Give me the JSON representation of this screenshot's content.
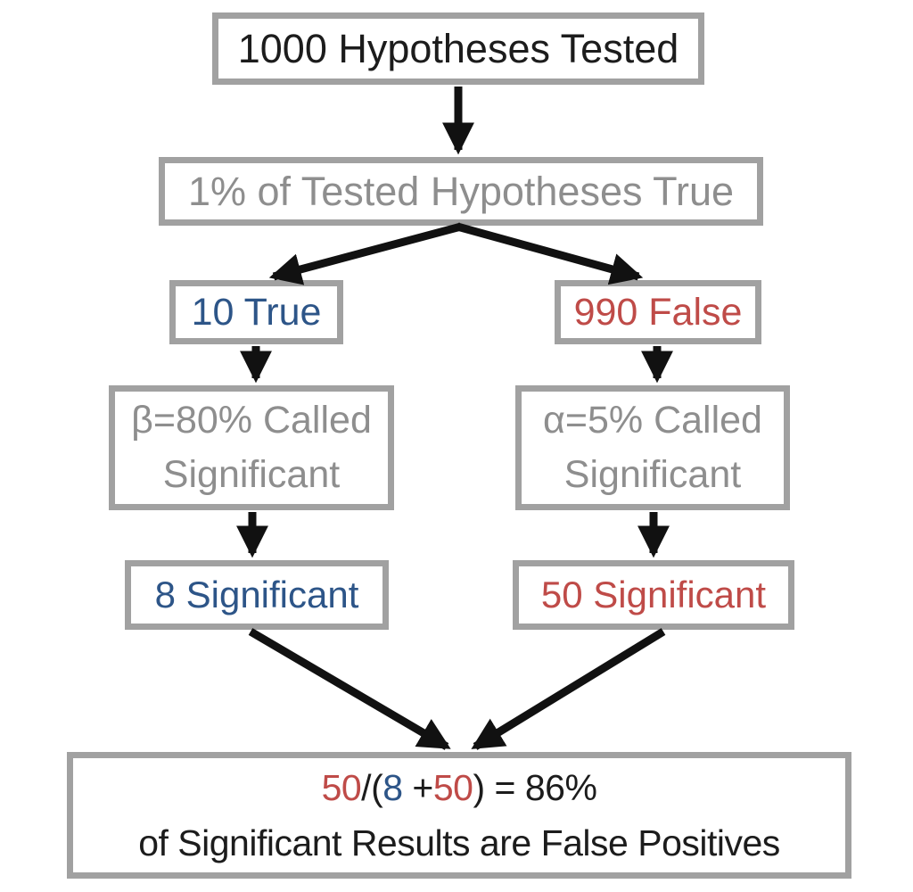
{
  "nodes": {
    "total": {
      "text": "1000 Hypotheses Tested"
    },
    "rate": {
      "text": "1% of Tested Hypotheses True"
    },
    "true_count": {
      "text": "10 True"
    },
    "false_count": {
      "text": "990 False"
    },
    "beta": {
      "line1": "β=80% Called",
      "line2": "Significant"
    },
    "alpha": {
      "line1": "α=5% Called",
      "line2": "Significant"
    },
    "sig_true": {
      "text": "8 Significant"
    },
    "sig_false": {
      "text": "50 Significant"
    },
    "result": {
      "formula": [
        {
          "text": "50",
          "color": "red"
        },
        {
          "text": "/(",
          "color": "black"
        },
        {
          "text": "8",
          "color": "blue"
        },
        {
          "text": " +",
          "color": "black"
        },
        {
          "text": "50",
          "color": "red"
        },
        {
          "text": ") = 86%",
          "color": "black"
        }
      ],
      "caption": "of Significant Results are False Positives"
    }
  },
  "colors": {
    "black": "#1c1c1c",
    "gray_text": "#8e8e8e",
    "border": "#a1a1a1",
    "blue": "#2d5588",
    "red": "#bf4b48",
    "arrow": "#111111"
  }
}
